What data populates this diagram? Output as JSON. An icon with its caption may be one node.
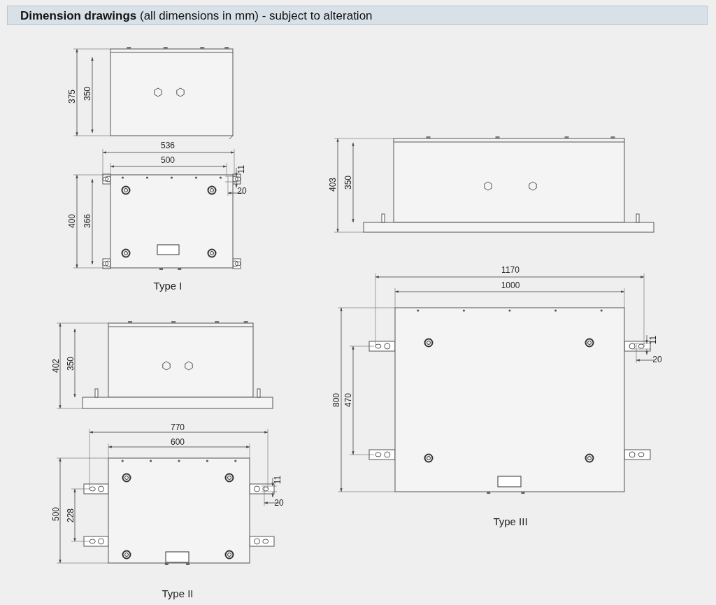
{
  "diagram": {
    "title": "**Dimension drawings** (all dimensions in mm) - subject to alteration",
    "labels": [
      "375",
      "350",
      "536",
      "500",
      "11",
      "20",
      "400",
      "366",
      "403",
      "350",
      "Type I",
      "1170",
      "1000",
      "11",
      "20",
      "800",
      "470",
      "402",
      "350",
      "770",
      "600",
      "11",
      "20",
      "500",
      "228",
      "Type III",
      "Type II"
    ]
  }
}
